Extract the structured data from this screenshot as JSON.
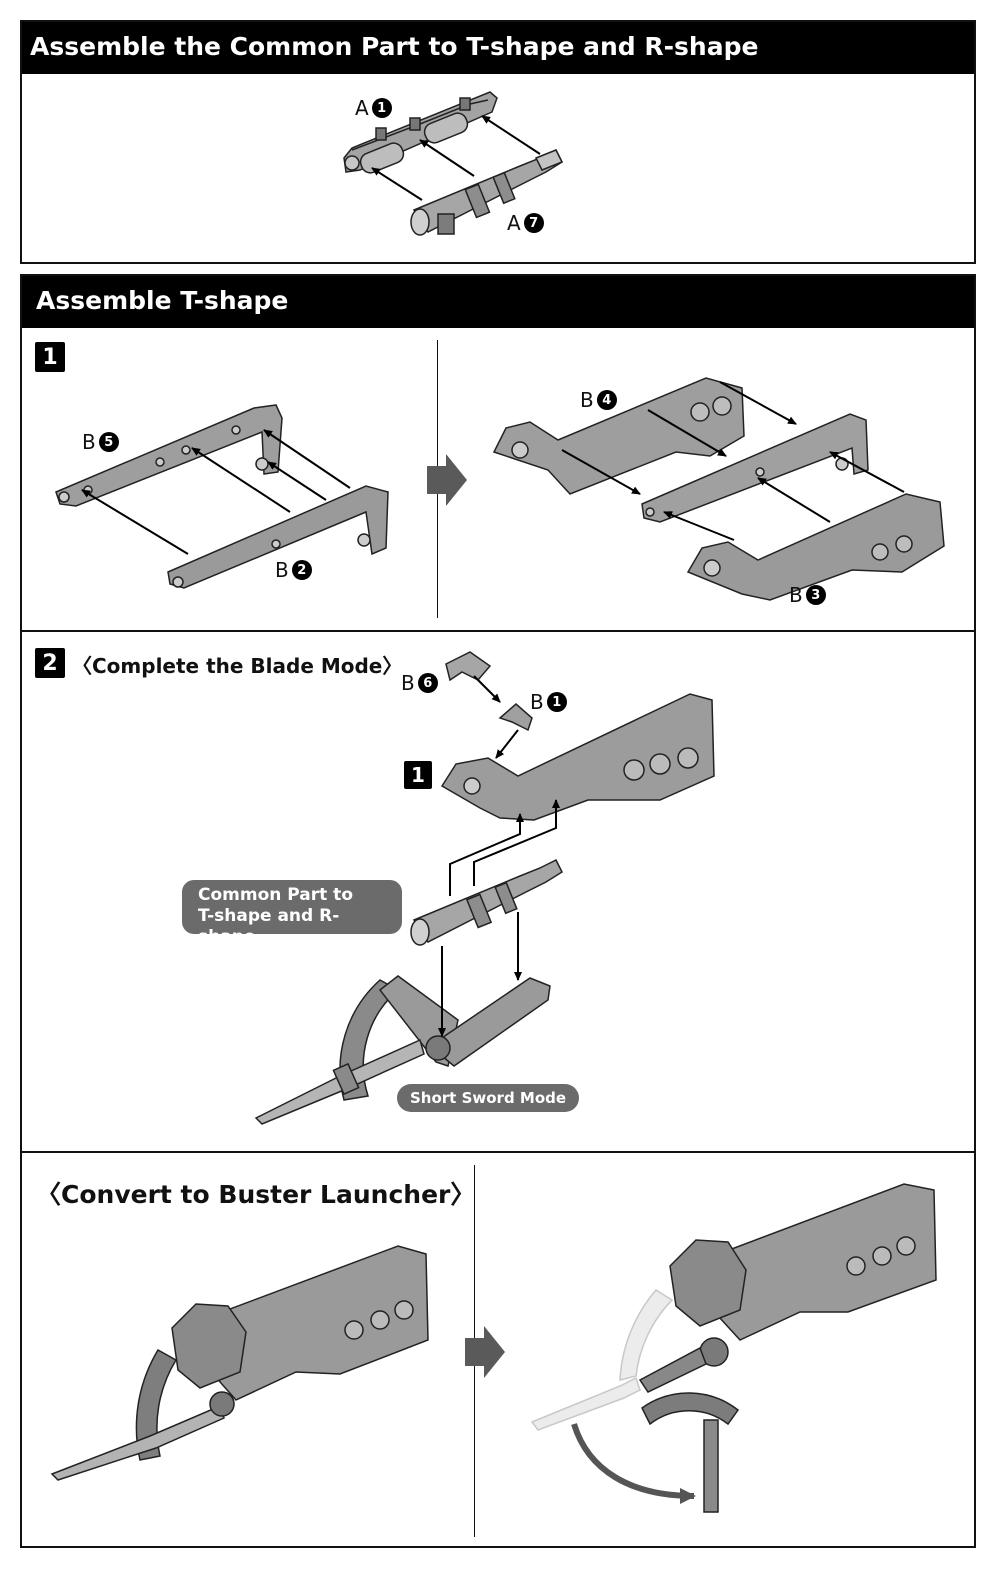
{
  "sections": {
    "common": {
      "title": "Assemble the Common Part to T-shape and R-shape"
    },
    "tshape": {
      "title": "Assemble T-shape"
    }
  },
  "labels": {
    "a1": {
      "letter": "A",
      "num": "1"
    },
    "a7": {
      "letter": "A",
      "num": "7"
    },
    "b5": {
      "letter": "B",
      "num": "5"
    },
    "b2": {
      "letter": "B",
      "num": "2"
    },
    "b4": {
      "letter": "B",
      "num": "4"
    },
    "b3": {
      "letter": "B",
      "num": "3"
    },
    "b6": {
      "letter": "B",
      "num": "6"
    },
    "b1": {
      "letter": "B",
      "num": "1"
    }
  },
  "steps": {
    "step1": {
      "number": "1"
    },
    "step2": {
      "number": "2",
      "title": "〈Complete the Blade Mode〉",
      "ref": "1"
    },
    "convert": {
      "title": "〈Convert to Buster Launcher〉"
    }
  },
  "callouts": {
    "common_part": "Common Part to\nT-shape and R-shape",
    "short_sword": "Short Sword Mode"
  },
  "colors": {
    "part_fill": "#9a9a9a",
    "part_dark": "#5d5d5d",
    "header_bg": "#000000",
    "pill_bg": "#6b6b6b"
  }
}
